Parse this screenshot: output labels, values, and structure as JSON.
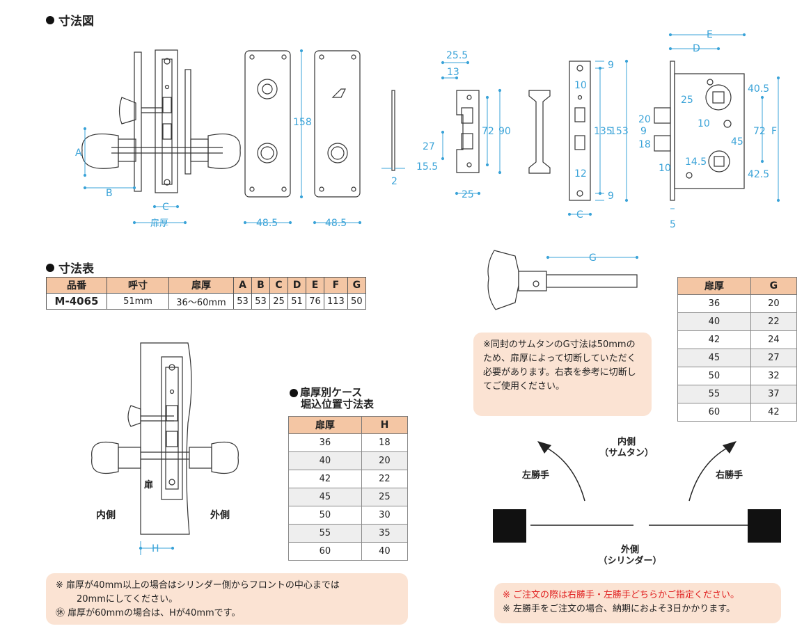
{
  "titles": {
    "dimension_diagram": "寸法図",
    "dimension_table": "寸法表"
  },
  "dims": {
    "A": "A",
    "B": "B",
    "C": "C",
    "door": "扉厚",
    "w1": "48.5",
    "w2": "48.5",
    "h158": "158",
    "t2": "2",
    "d25_5": "25.5",
    "d13": "13",
    "d27": "27",
    "d15_5": "15.5",
    "d25": "25",
    "d72": "72",
    "d90": "90",
    "d9a": "9",
    "d10a": "10",
    "d135": "135",
    "d12": "12",
    "d9b": "9",
    "D": "D",
    "E": "E",
    "F": "F",
    "d153": "153",
    "d40_5": "40.5",
    "d25b": "25",
    "d20": "20",
    "d9c": "9",
    "d18": "18",
    "d10b": "10",
    "d45": "45",
    "d72b": "72",
    "d14_5": "14.5",
    "d10c": "10",
    "d42_5": "42.5",
    "d5": "5",
    "G": "G",
    "H": "H"
  },
  "dim_table": {
    "headers": [
      "品番",
      "呼寸",
      "扉厚",
      "A",
      "B",
      "C",
      "D",
      "E",
      "F",
      "G"
    ],
    "row": [
      "M-4065",
      "51mm",
      "36〜60mm",
      "53",
      "53",
      "25",
      "51",
      "76",
      "113",
      "50"
    ]
  },
  "g_table": {
    "headers": [
      "扉厚",
      "G"
    ],
    "rows": [
      [
        "36",
        "20"
      ],
      [
        "40",
        "22"
      ],
      [
        "42",
        "24"
      ],
      [
        "45",
        "27"
      ],
      [
        "50",
        "32"
      ],
      [
        "55",
        "37"
      ],
      [
        "60",
        "42"
      ]
    ]
  },
  "h_table": {
    "title_line1": "扉厚別ケース",
    "title_line2": "堀込位置寸法表",
    "headers": [
      "扉厚",
      "H"
    ],
    "rows": [
      [
        "36",
        "18"
      ],
      [
        "40",
        "20"
      ],
      [
        "42",
        "22"
      ],
      [
        "45",
        "25"
      ],
      [
        "50",
        "30"
      ],
      [
        "55",
        "35"
      ],
      [
        "60",
        "40"
      ]
    ]
  },
  "door_labels": {
    "door": "扉",
    "inside": "内側",
    "outside": "外側"
  },
  "thumb_note": "※同封のサムタンのG寸法は50mmのため、扉厚によって切断していただく必要があります。右表を参考に切断してご使用ください。",
  "hand": {
    "inside_line1": "内側",
    "inside_line2": "（サムタン）",
    "left": "左勝手",
    "right": "右勝手",
    "outside_line1": "外側",
    "outside_line2": "（シリンダー）"
  },
  "bottom_note": {
    "line1": "※ 扉厚が40mm以上の場合はシリンダー側からフロントの中心までは",
    "line2": "20mmにしてください。",
    "line3": "㊡ 扉厚が60mmの場合は、Hが40mmです。"
  },
  "order_note": {
    "line1": "※ ご注文の際は右勝手・左勝手どちらかご指定ください。",
    "line2": "※ 左勝手をご注文の場合、納期におよそ3日かかります。"
  },
  "colors": {
    "dim_line": "#3aa3d8",
    "header_bg": "#f4c6a4",
    "note_bg": "#fbe3d3",
    "accent_red": "#e02020"
  }
}
